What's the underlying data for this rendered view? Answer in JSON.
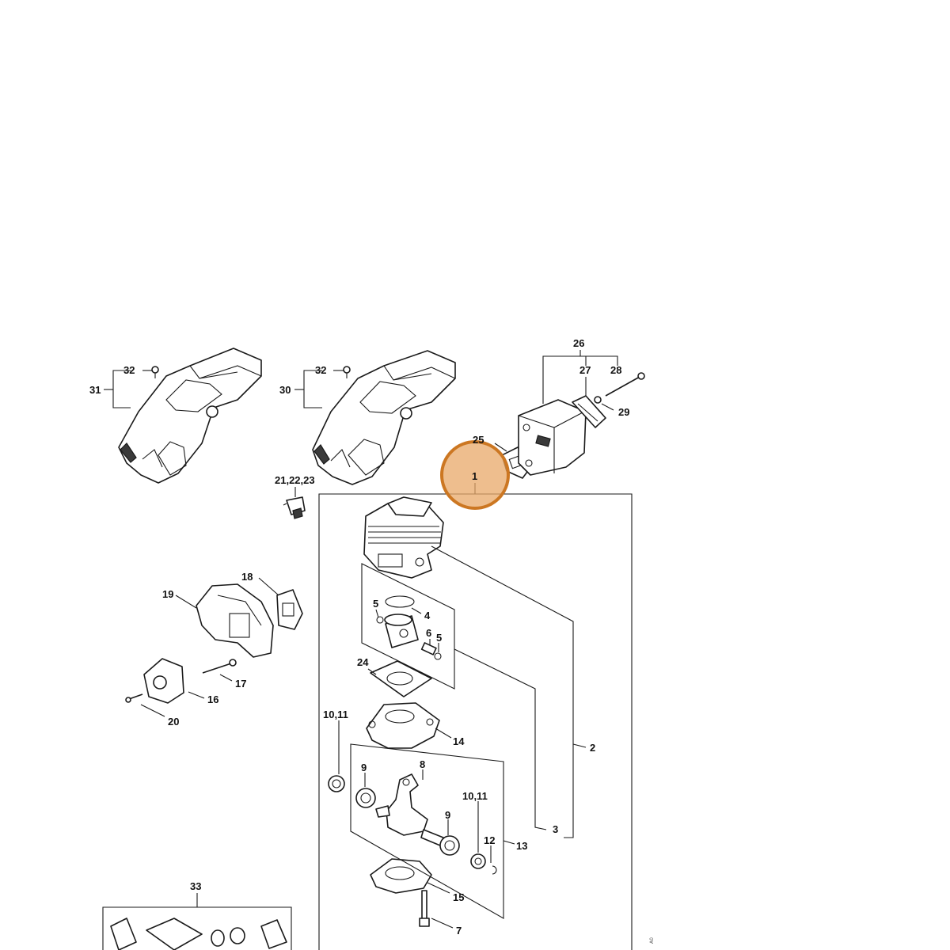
{
  "diagram": {
    "callouts": {
      "c1": "1",
      "c2": "2",
      "c3": "3",
      "c4": "4",
      "c5a": "5",
      "c5b": "5",
      "c6": "6",
      "c7": "7",
      "c8": "8",
      "c9a": "9",
      "c9b": "9",
      "c1011a": "10,11",
      "c1011b": "10,11",
      "c12": "12",
      "c13": "13",
      "c14": "14",
      "c15": "15",
      "c16": "16",
      "c17": "17",
      "c18": "18",
      "c19": "19",
      "c20": "20",
      "c212223": "21,22,23",
      "c24": "24",
      "c25": "25",
      "c26": "26",
      "c27": "27",
      "c28": "28",
      "c29": "29",
      "c30": "30",
      "c31": "31",
      "c32a": "32",
      "c32b": "32",
      "c33": "33"
    },
    "highlight": {
      "label": "1",
      "color": "#cc7722",
      "fill": "#e8a868"
    },
    "watermark": "A0"
  }
}
